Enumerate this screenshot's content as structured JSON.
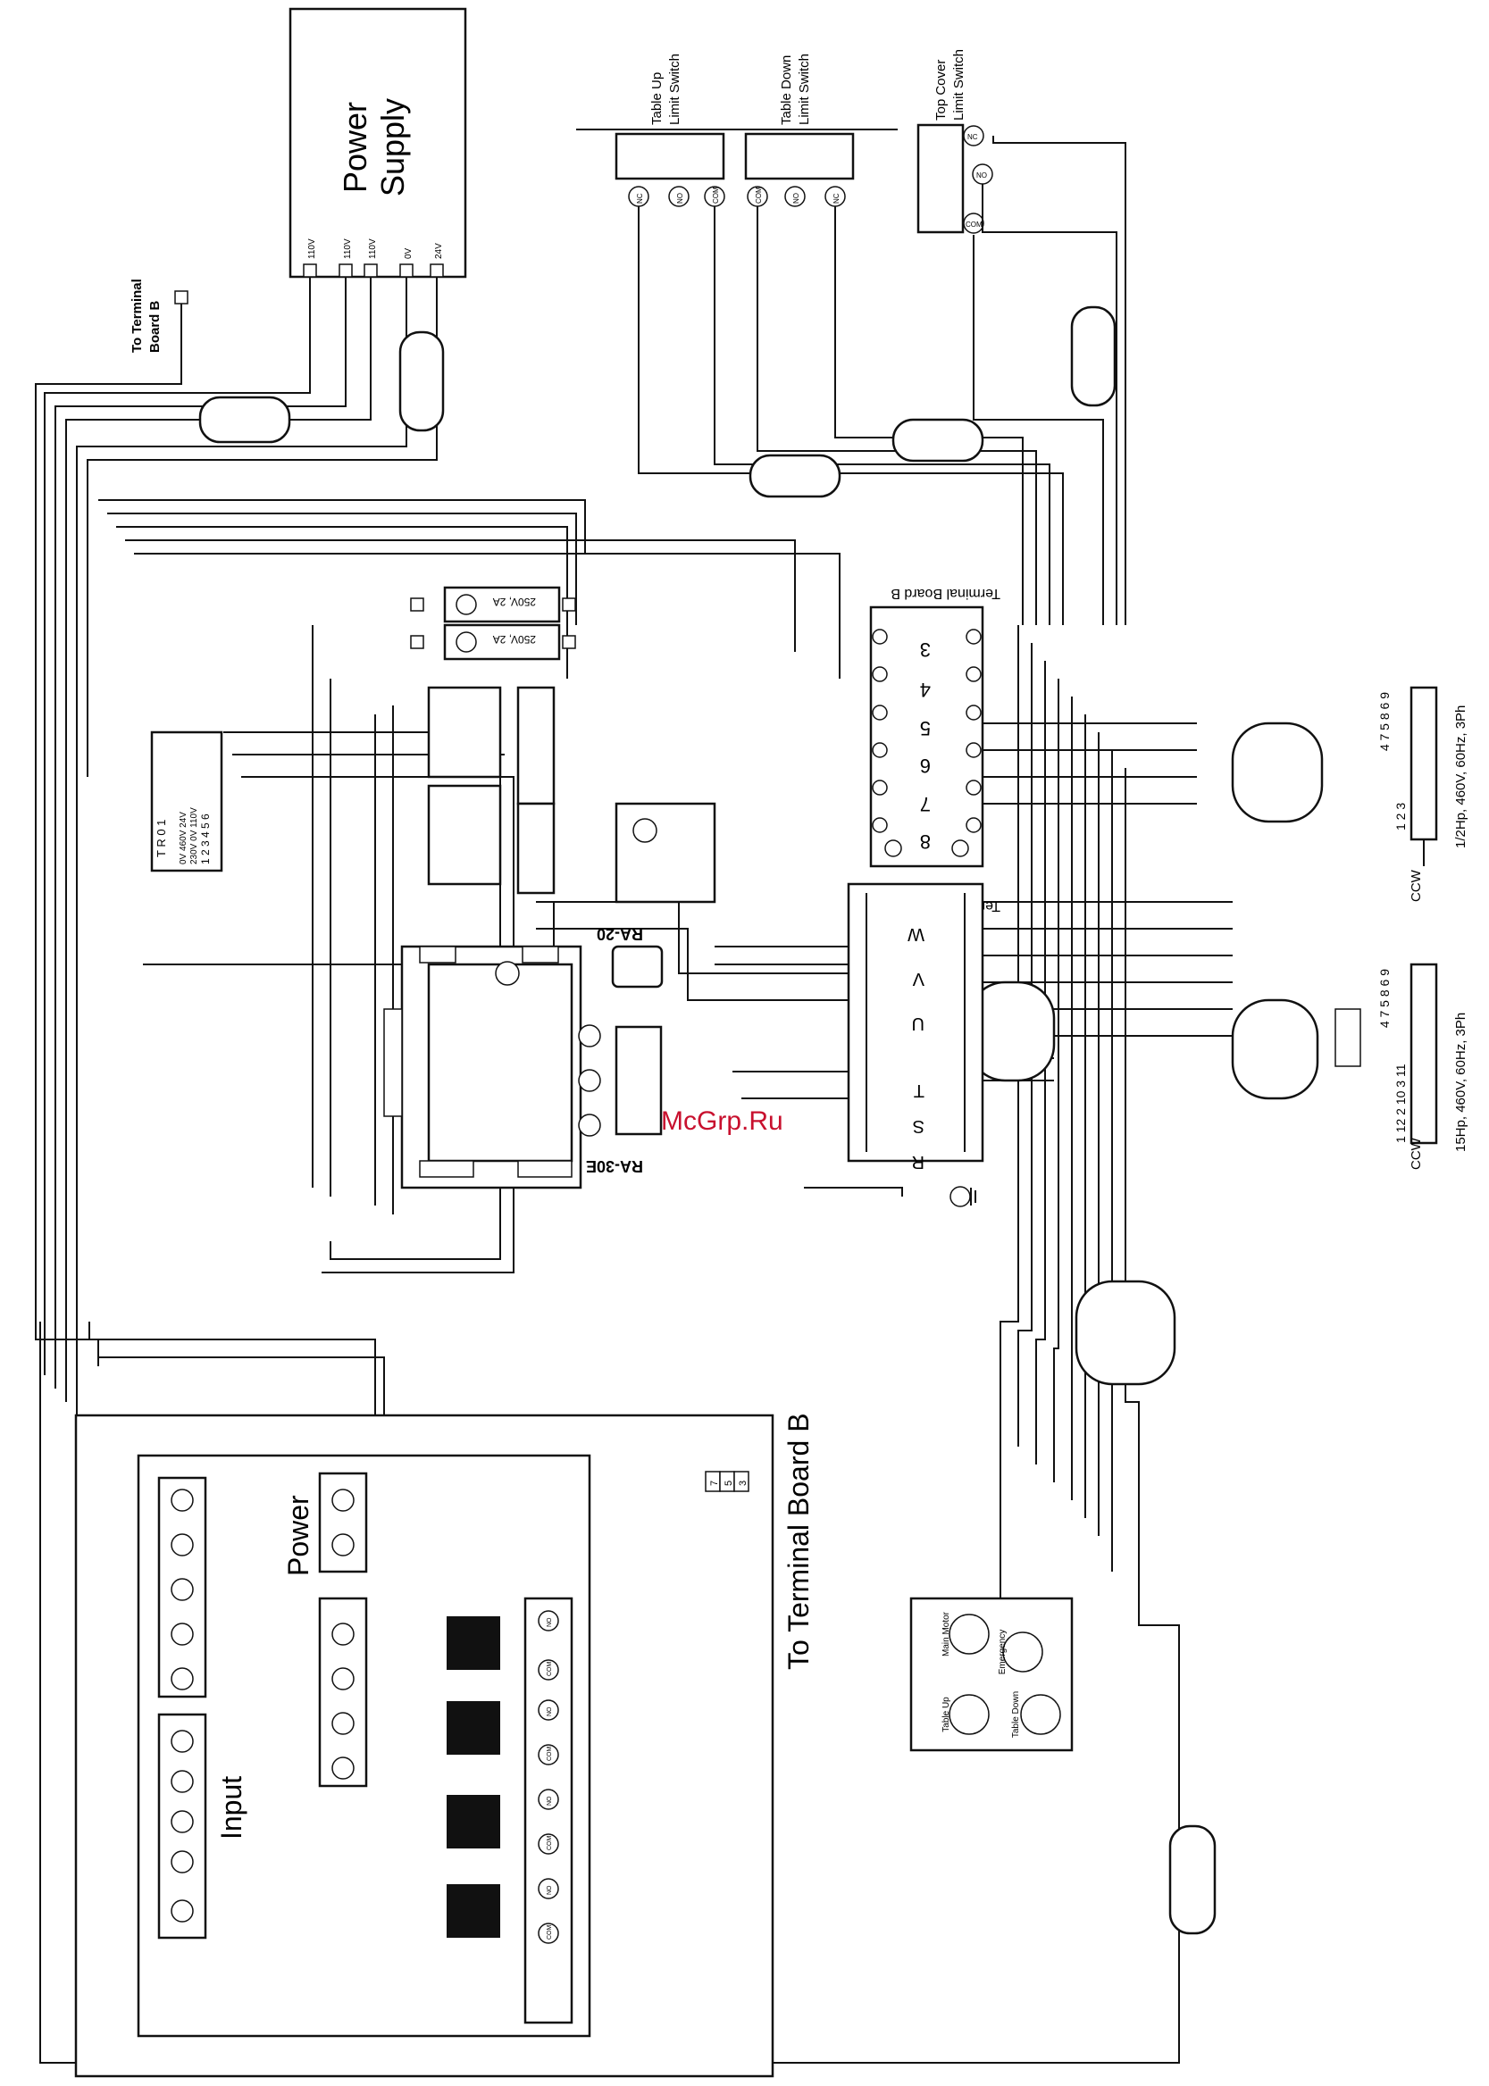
{
  "power_supply": {
    "title_line1": "Power",
    "title_line2": "Supply",
    "pins": [
      "110V",
      "110V",
      "110V",
      "0V",
      "24V"
    ]
  },
  "to_terminal_board_b_small": {
    "line1": "To Terminal",
    "line2": "Board B"
  },
  "limit_switches": [
    {
      "line1": "Table Up",
      "line2": "Limit Switch",
      "contacts": [
        "NC",
        "NO",
        "COM"
      ]
    },
    {
      "line1": "Table Down",
      "line2": "Limit Switch",
      "contacts": [
        "COM",
        "NO",
        "NC"
      ]
    },
    {
      "line1": "Top Cover",
      "line2": "Limit Switch",
      "contacts": [
        "NC",
        "NO",
        "COM"
      ]
    }
  ],
  "terminal_board_b": {
    "label": "Terminal Board B",
    "numbers": [
      "3",
      "4",
      "5",
      "6",
      "7",
      "8"
    ]
  },
  "terminal_board_a": {
    "label": "Terminal Board A",
    "phases": [
      "W",
      "V",
      "U",
      "T",
      "S",
      "R"
    ]
  },
  "fuses": [
    "250V, 2A",
    "250V, 2A"
  ],
  "transformer": {
    "top_row": [
      "T",
      "R",
      "0",
      "1"
    ],
    "line_a": "0V  460V  24V",
    "line_b": "230V  0V   110V",
    "digits": "1 2 3 4 5 6"
  },
  "contactor_labels": [
    "RA-20",
    "RA-30E"
  ],
  "motor_small": {
    "rating": "1/2Hp, 460V, 60Hz, 3Ph",
    "direction": "CCW",
    "terminals_top": "4 7 5 8 6 9",
    "terminals_bot": "1 2 3"
  },
  "motor_large": {
    "rating": "15Hp, 460V, 60Hz, 3Ph",
    "direction": "CCW",
    "terminals_top": "4 7 5 8 6 9",
    "terminals_bot": "1 12 2 10 3 11"
  },
  "control_panel": {
    "power_label": "Power",
    "input_label": "Input",
    "relay_contacts": [
      "NO",
      "COM",
      "NO",
      "COM",
      "NO",
      "COM",
      "NO",
      "COM"
    ],
    "to_terminal_board_b": "To Terminal Board B",
    "terminal_tags": [
      "7",
      "5",
      "3"
    ]
  },
  "pushbutton_station": {
    "labels": [
      "Main Motor",
      "Emergency",
      "Table Up",
      "Table Down"
    ]
  },
  "watermark": "McGrp.Ru"
}
